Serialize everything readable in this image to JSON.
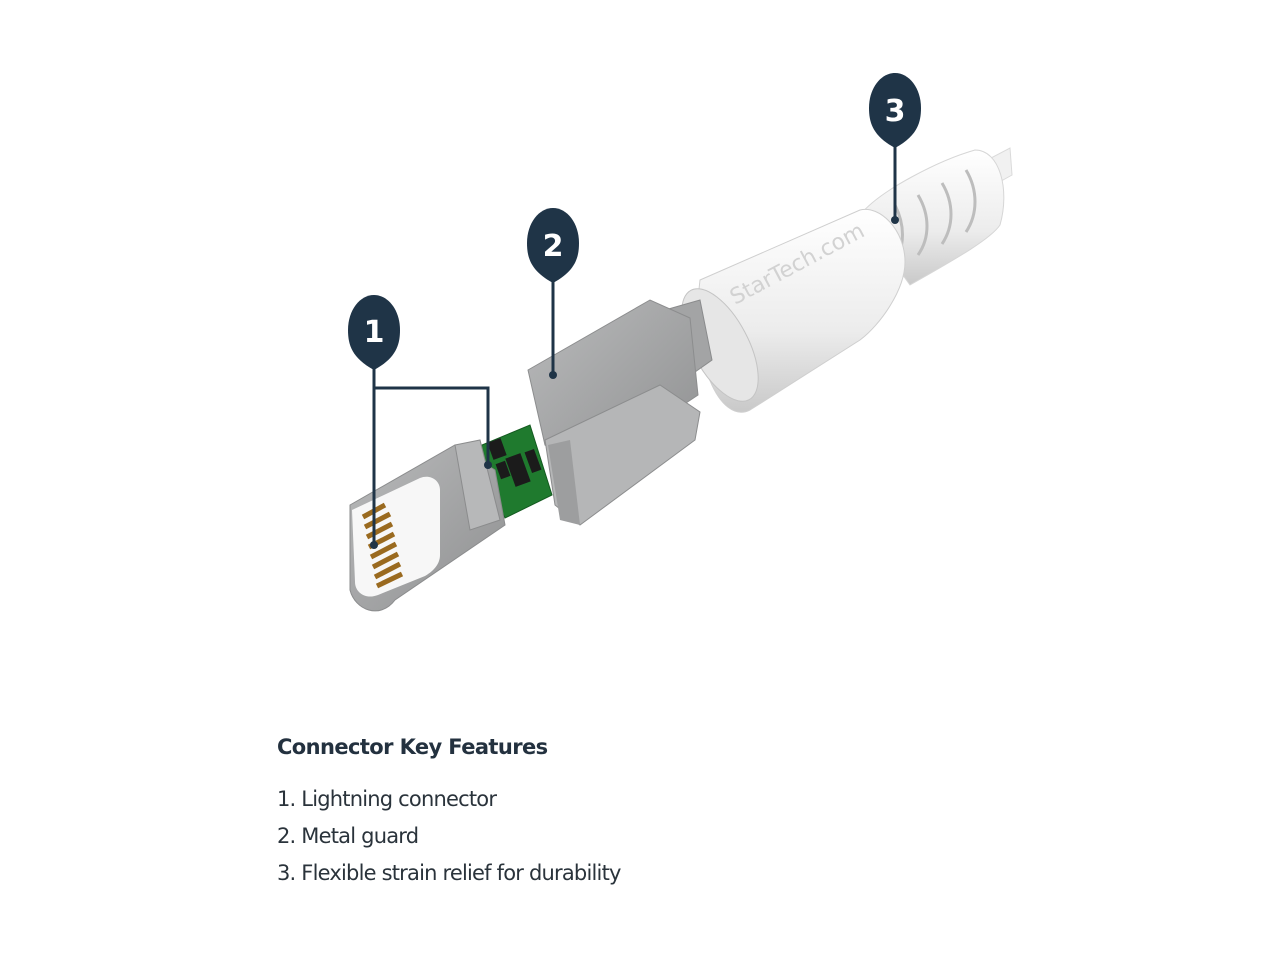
{
  "diagram": {
    "subject": "Lightning cable connector exploded view",
    "brand_mark": "StarTech.com",
    "colors": {
      "callout_fill": "#1f3447",
      "callout_text": "#ffffff",
      "leader_line": "#1f3447",
      "metal_gray": "#a9aaab",
      "pcb_green": "#1f7a2e",
      "contact_gold": "#9a6a1f",
      "strain_relief_white": "#f2f2f2"
    },
    "callouts": [
      {
        "number": "1",
        "label": "Lightning connector"
      },
      {
        "number": "2",
        "label": "Metal guard"
      },
      {
        "number": "3",
        "label": "Flexible strain relief for durability"
      }
    ]
  },
  "legend": {
    "title": "Connector Key Features",
    "items": [
      "1. Lightning connector",
      "2. Metal guard",
      "3. Flexible strain relief for durability"
    ]
  }
}
